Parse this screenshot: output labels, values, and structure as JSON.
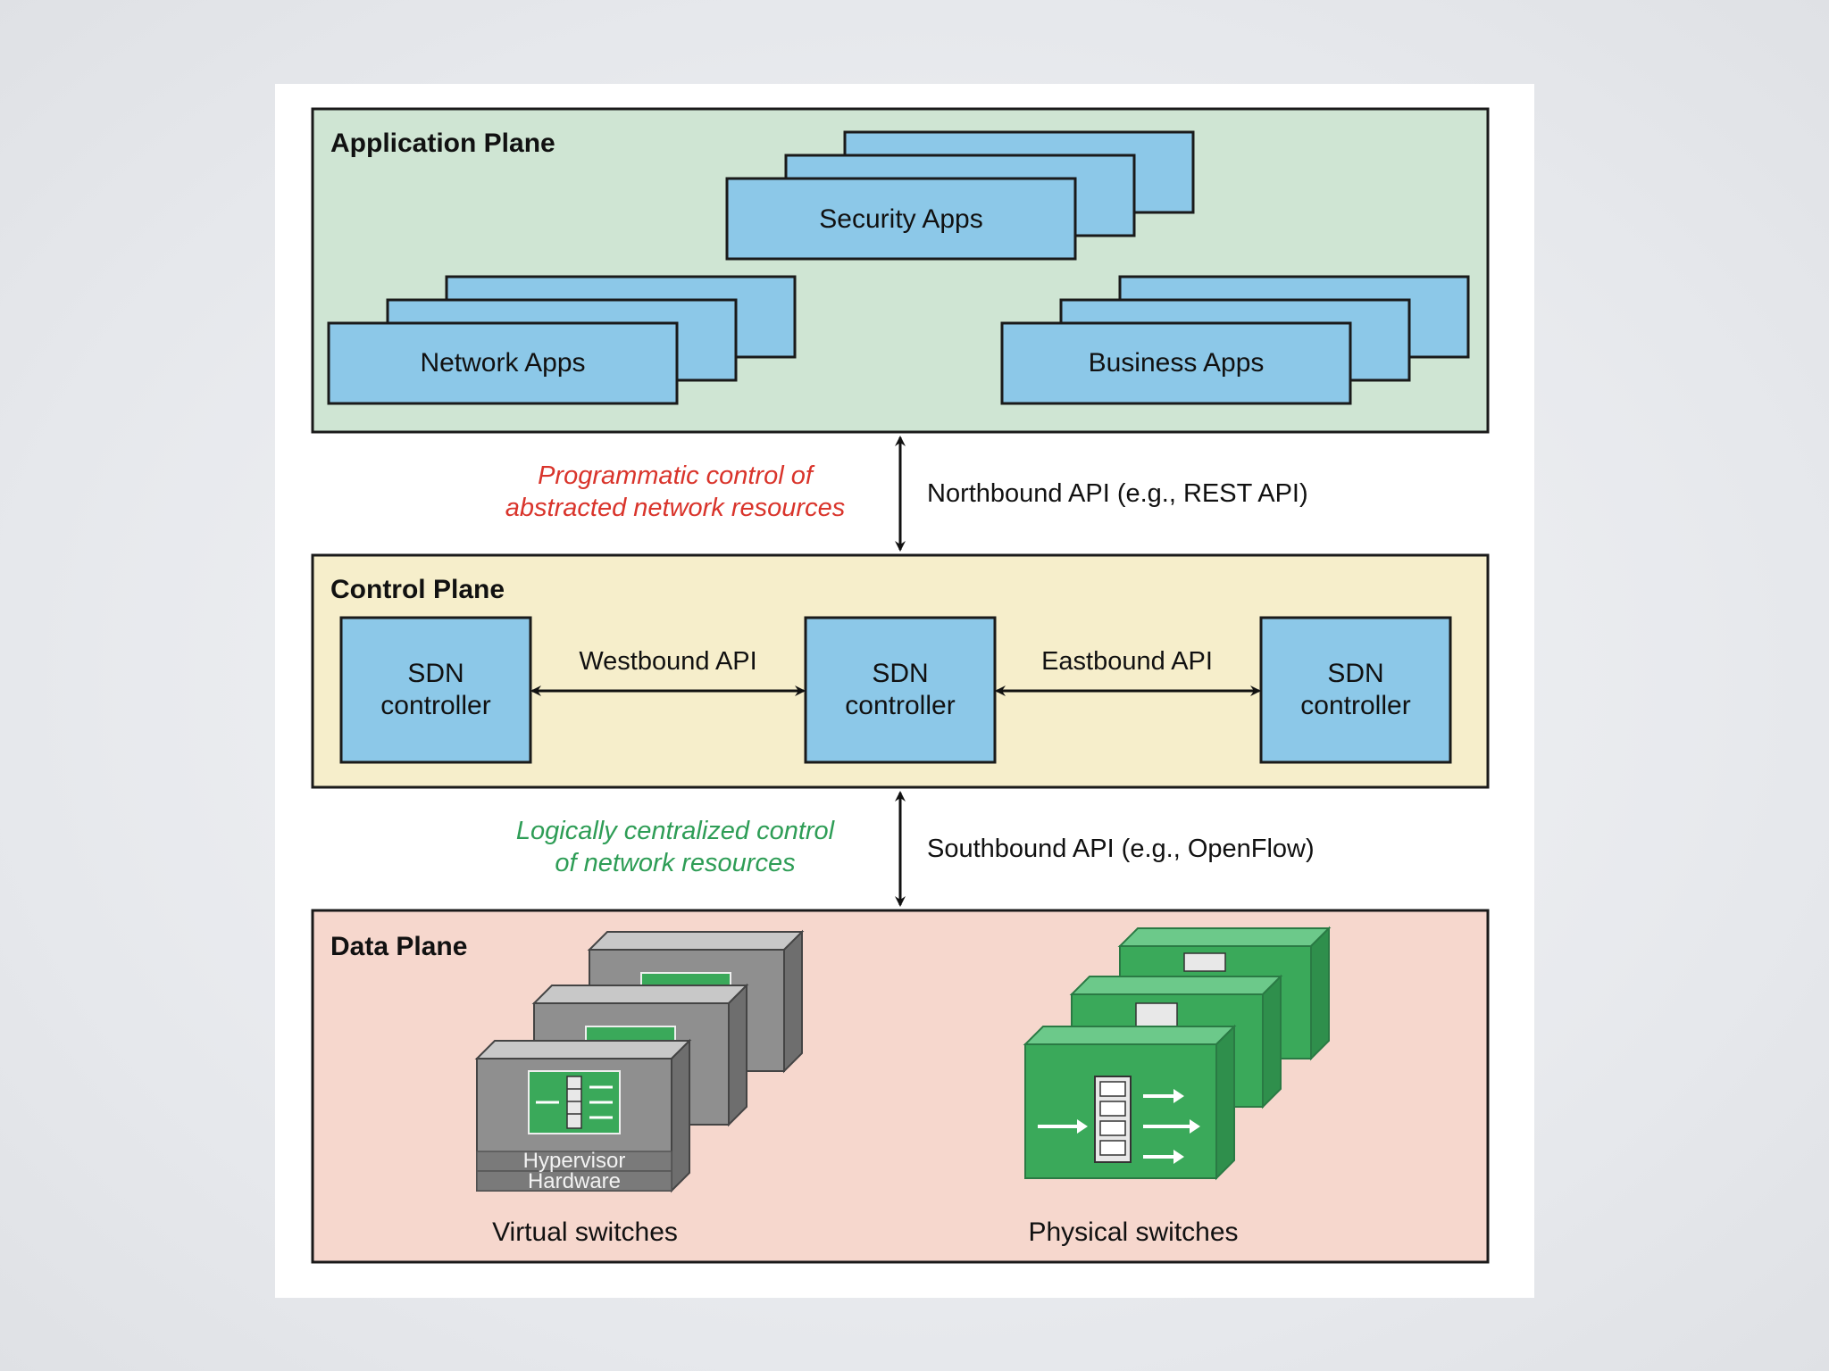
{
  "colors": {
    "application_plane_fill": "#cfe5d3",
    "control_plane_fill": "#f6eecb",
    "data_plane_fill": "#f6d7cd",
    "app_box_fill": "#8cc8e8",
    "controller_fill": "#8cc8e8",
    "switch_green": "#3aa95a",
    "switch_gray": "#8f8f8f",
    "note_red": "#d9342b",
    "note_green": "#2e9d56"
  },
  "application_plane": {
    "title": "Application Plane",
    "security_apps": "Security Apps",
    "network_apps": "Network Apps",
    "business_apps": "Business Apps"
  },
  "northbound": {
    "note_line1": "Programmatic control of",
    "note_line2": "abstracted network resources",
    "api_label": "Northbound API (e.g., REST API)"
  },
  "control_plane": {
    "title": "Control Plane",
    "controller_line1": "SDN",
    "controller_line2": "controller",
    "westbound": "Westbound API",
    "eastbound": "Eastbound API"
  },
  "southbound": {
    "note_line1": "Logically centralized control",
    "note_line2": "of network resources",
    "api_label": "Southbound API (e.g., OpenFlow)"
  },
  "data_plane": {
    "title": "Data Plane",
    "hypervisor": "Hypervisor",
    "hardware": "Hardware",
    "virtual_switches": "Virtual switches",
    "physical_switches": "Physical switches"
  }
}
